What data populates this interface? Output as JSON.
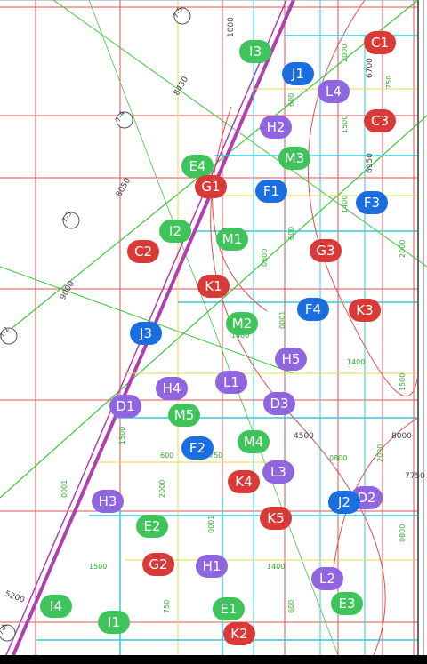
{
  "colors": {
    "red": "#d93a37",
    "green": "#3fc45b",
    "purple": "#8f66e0",
    "blue": "#1a6ee0",
    "grid_red": "#e05050",
    "grid_green": "#3cc83c",
    "grid_cyan": "#37c8d8",
    "grid_magenta": "#b040b0",
    "grid_yellow": "#e8d84a",
    "text_green": "#30b030",
    "text_dark": "#444444"
  },
  "markers": [
    {
      "label": "C1",
      "color": "red"
    },
    {
      "label": "I3",
      "color": "green"
    },
    {
      "label": "J1",
      "color": "blue"
    },
    {
      "label": "L4",
      "color": "purple"
    },
    {
      "label": "C3",
      "color": "red"
    },
    {
      "label": "H2",
      "color": "purple"
    },
    {
      "label": "M3",
      "color": "green"
    },
    {
      "label": "E4",
      "color": "green"
    },
    {
      "label": "G1",
      "color": "red"
    },
    {
      "label": "F1",
      "color": "blue"
    },
    {
      "label": "F3",
      "color": "blue"
    },
    {
      "label": "I2",
      "color": "green"
    },
    {
      "label": "M1",
      "color": "green"
    },
    {
      "label": "C2",
      "color": "red"
    },
    {
      "label": "G3",
      "color": "red"
    },
    {
      "label": "K1",
      "color": "red"
    },
    {
      "label": "F4",
      "color": "blue"
    },
    {
      "label": "K3",
      "color": "red"
    },
    {
      "label": "M2",
      "color": "green"
    },
    {
      "label": "J3",
      "color": "blue"
    },
    {
      "label": "H5",
      "color": "purple"
    },
    {
      "label": "L1",
      "color": "purple"
    },
    {
      "label": "H4",
      "color": "purple"
    },
    {
      "label": "D1",
      "color": "purple"
    },
    {
      "label": "D3",
      "color": "purple"
    },
    {
      "label": "M5",
      "color": "green"
    },
    {
      "label": "F2",
      "color": "blue"
    },
    {
      "label": "M4",
      "color": "green"
    },
    {
      "label": "L3",
      "color": "purple"
    },
    {
      "label": "K4",
      "color": "red"
    },
    {
      "label": "D2",
      "color": "purple"
    },
    {
      "label": "J2",
      "color": "blue"
    },
    {
      "label": "H3",
      "color": "purple"
    },
    {
      "label": "K5",
      "color": "red"
    },
    {
      "label": "E2",
      "color": "green"
    },
    {
      "label": "G2",
      "color": "red"
    },
    {
      "label": "H1",
      "color": "purple"
    },
    {
      "label": "L2",
      "color": "purple"
    },
    {
      "label": "E3",
      "color": "green"
    },
    {
      "label": "I4",
      "color": "green"
    },
    {
      "label": "E1",
      "color": "green"
    },
    {
      "label": "I1",
      "color": "green"
    },
    {
      "label": "K2",
      "color": "red"
    }
  ],
  "axis_labels": [
    "7-5",
    "7-4",
    "7-3",
    "7-2",
    "7-A"
  ],
  "dimension_labels": [
    "8450",
    "8050",
    "9000",
    "6700",
    "6950",
    "4500",
    "8000",
    "5200",
    "1000",
    "7750"
  ],
  "drawing_texts": [
    "2000",
    "1500",
    "1400",
    "600",
    "750",
    "0800",
    "0001"
  ]
}
